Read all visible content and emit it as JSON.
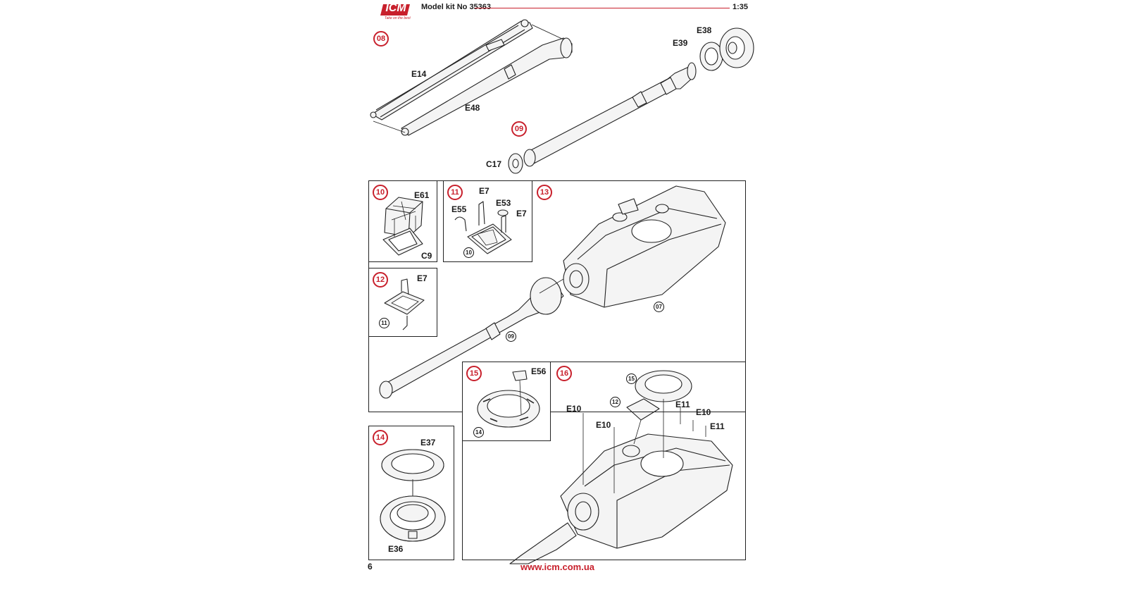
{
  "header": {
    "brand": "ICM",
    "brand_tagline": "Take on the best",
    "model_kit": "Model kit No 35363",
    "scale": "1:35"
  },
  "footer": {
    "page_number": "6",
    "website": "www.icm.com.ua"
  },
  "colors": {
    "step_red": "#c8202c",
    "line": "#222222",
    "part_fill": "#f2f2f2"
  },
  "steps": {
    "s08": {
      "number": "08",
      "parts": [
        "E14",
        "E48"
      ]
    },
    "s09": {
      "number": "09",
      "parts": [
        "E38",
        "E39",
        "C17"
      ]
    },
    "s10": {
      "number": "10",
      "parts": [
        "E61",
        "C9"
      ]
    },
    "s11": {
      "number": "11",
      "parts": [
        "E7",
        "E53",
        "E55",
        "E7"
      ],
      "ref": "10"
    },
    "s12": {
      "number": "12",
      "parts": [
        "E7"
      ],
      "ref": "11"
    },
    "s13": {
      "number": "13",
      "refs": [
        "07",
        "09"
      ]
    },
    "s14": {
      "number": "14",
      "parts": [
        "E37",
        "E36"
      ]
    },
    "s15": {
      "number": "15",
      "parts": [
        "E56"
      ],
      "ref": "14"
    },
    "s16": {
      "number": "16",
      "parts": [
        "E11",
        "E10",
        "E10",
        "E10",
        "E11"
      ],
      "refs": [
        "15",
        "12"
      ]
    }
  }
}
